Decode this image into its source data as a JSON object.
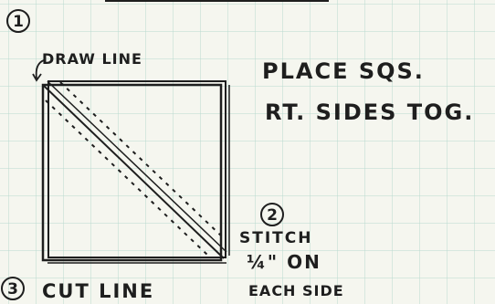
{
  "steps": [
    {
      "number": "1",
      "label": ""
    },
    {
      "number": "2",
      "label": "STITCH"
    },
    {
      "number": "3",
      "label": "CUT LINE"
    }
  ],
  "labels": {
    "draw_line": "DRAW LINE",
    "place_line1": "PLACE SQS.",
    "place_line2": "RT. SIDES TOG.",
    "stitch_line2": "¼\" ON",
    "stitch_line3": "EACH SIDE"
  },
  "colors": {
    "paper": "#f5f6ef",
    "grid": "#b9d9cf",
    "ink": "#1e1e1e"
  }
}
